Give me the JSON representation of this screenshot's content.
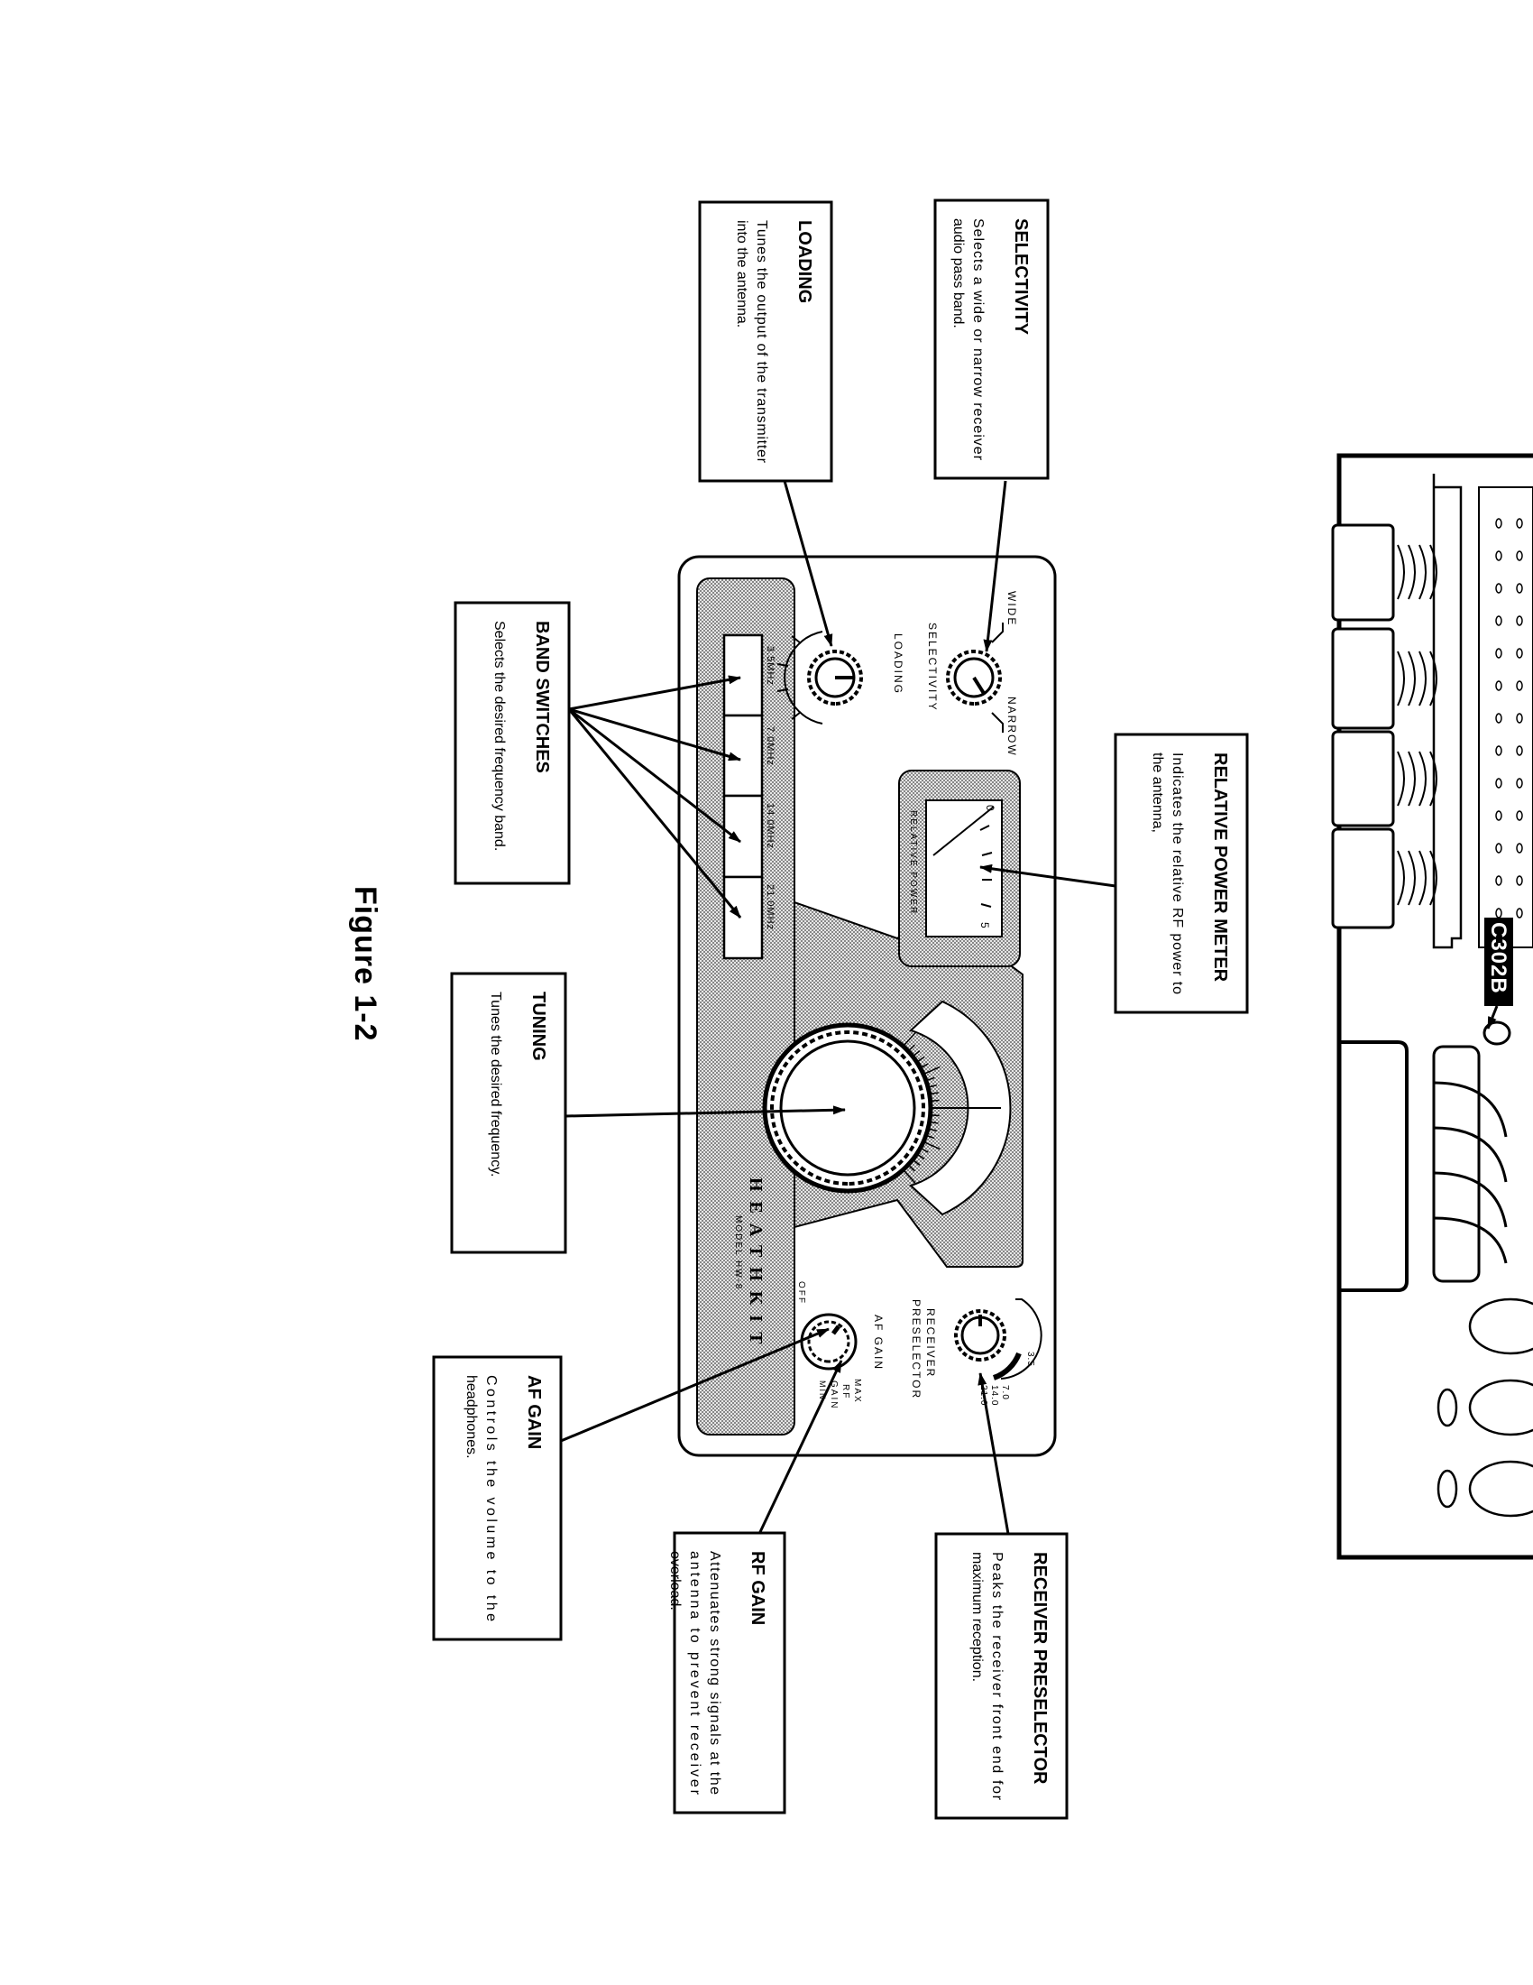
{
  "figure_label": "Figure 1-2",
  "callouts": [
    {
      "id": "selectivity",
      "title": "SELECTIVITY",
      "body": [
        "Selects a wide or narrow receiver",
        "audio pass band."
      ]
    },
    {
      "id": "loading",
      "title": "LOADING",
      "body": [
        "Tunes the output of the transmitter",
        "into the antenna."
      ]
    },
    {
      "id": "relative-power-meter",
      "title": "RELATIVE POWER METER",
      "body": [
        "Indicates the relative RF power to",
        "the antenna,"
      ]
    },
    {
      "id": "band-switches",
      "title": "BAND SWITCHES",
      "body": [
        "Selects the desired frequency band."
      ]
    },
    {
      "id": "tuning",
      "title": "TUNING",
      "body": [
        "Tunes the desired frequency."
      ]
    },
    {
      "id": "af-gain",
      "title": "AF GAIN",
      "body": [
        "Controls the volume to the",
        "headphones."
      ]
    },
    {
      "id": "rf-gain",
      "title": "RF GAIN",
      "body": [
        "Attenuates strong signals at the",
        "antenna to prevent receiver",
        "overload."
      ]
    },
    {
      "id": "receiver-preselector",
      "title": "RECEIVER PRESELECTOR",
      "body": [
        "Peaks the receiver front end for",
        "maximum reception."
      ]
    }
  ],
  "panel": {
    "wide": "WIDE",
    "narrow": "NARROW",
    "selectivity": "SELECTIVITY",
    "loading": "LOADING",
    "relative_power": "RELATIVE POWER",
    "meter_min": "0",
    "meter_max": "5",
    "bands": [
      "3.5MHz",
      "7.0MHz",
      "14.0MHz",
      "21.0MHz"
    ],
    "brand": "HEATHKIT",
    "model": "MODEL HW-8",
    "off": "OFF",
    "af_gain": "AF GAIN",
    "receiver": "RECEIVER",
    "preselector": "PRESELECTOR",
    "max": "MAX",
    "rf": "RF",
    "gain": "GAIN",
    "min": "MIN",
    "preselector_bands": [
      "3.5",
      "7.0",
      "14.0",
      "21.0"
    ]
  },
  "schematic": {
    "component_label": "C302B"
  }
}
